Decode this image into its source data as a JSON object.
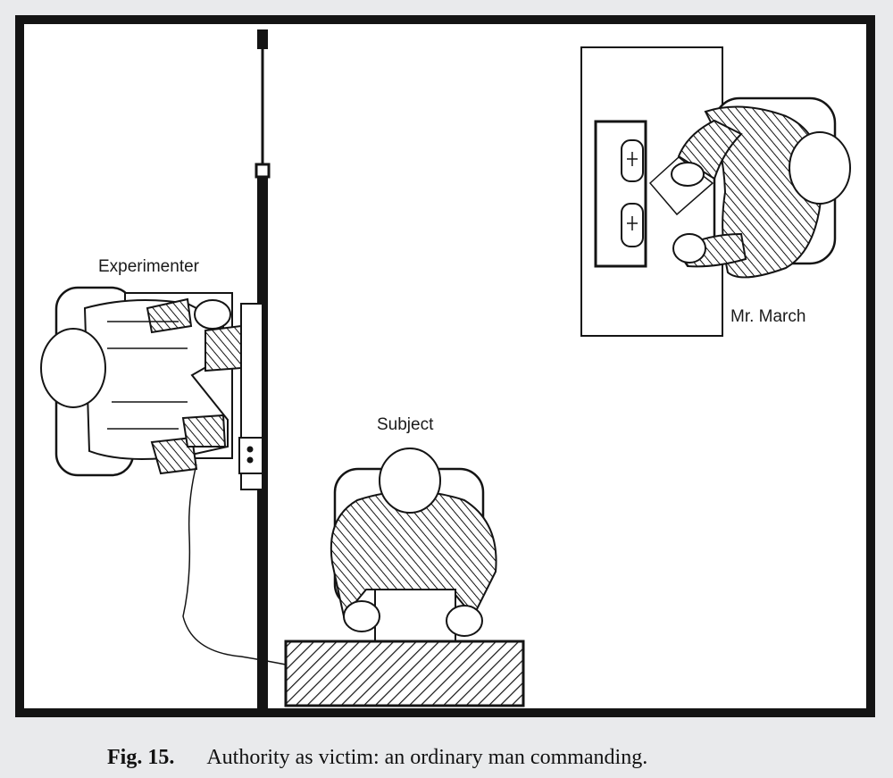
{
  "figure": {
    "labels": {
      "experimenter": "Experimenter",
      "mr_march": "Mr. March",
      "subject": "Subject"
    },
    "caption": {
      "number": "Fig. 15.",
      "text": "Authority as victim: an ordinary man commanding."
    }
  },
  "colors": {
    "ink": "#141414",
    "paper": "#ffffff",
    "background": "#e9eaec"
  }
}
